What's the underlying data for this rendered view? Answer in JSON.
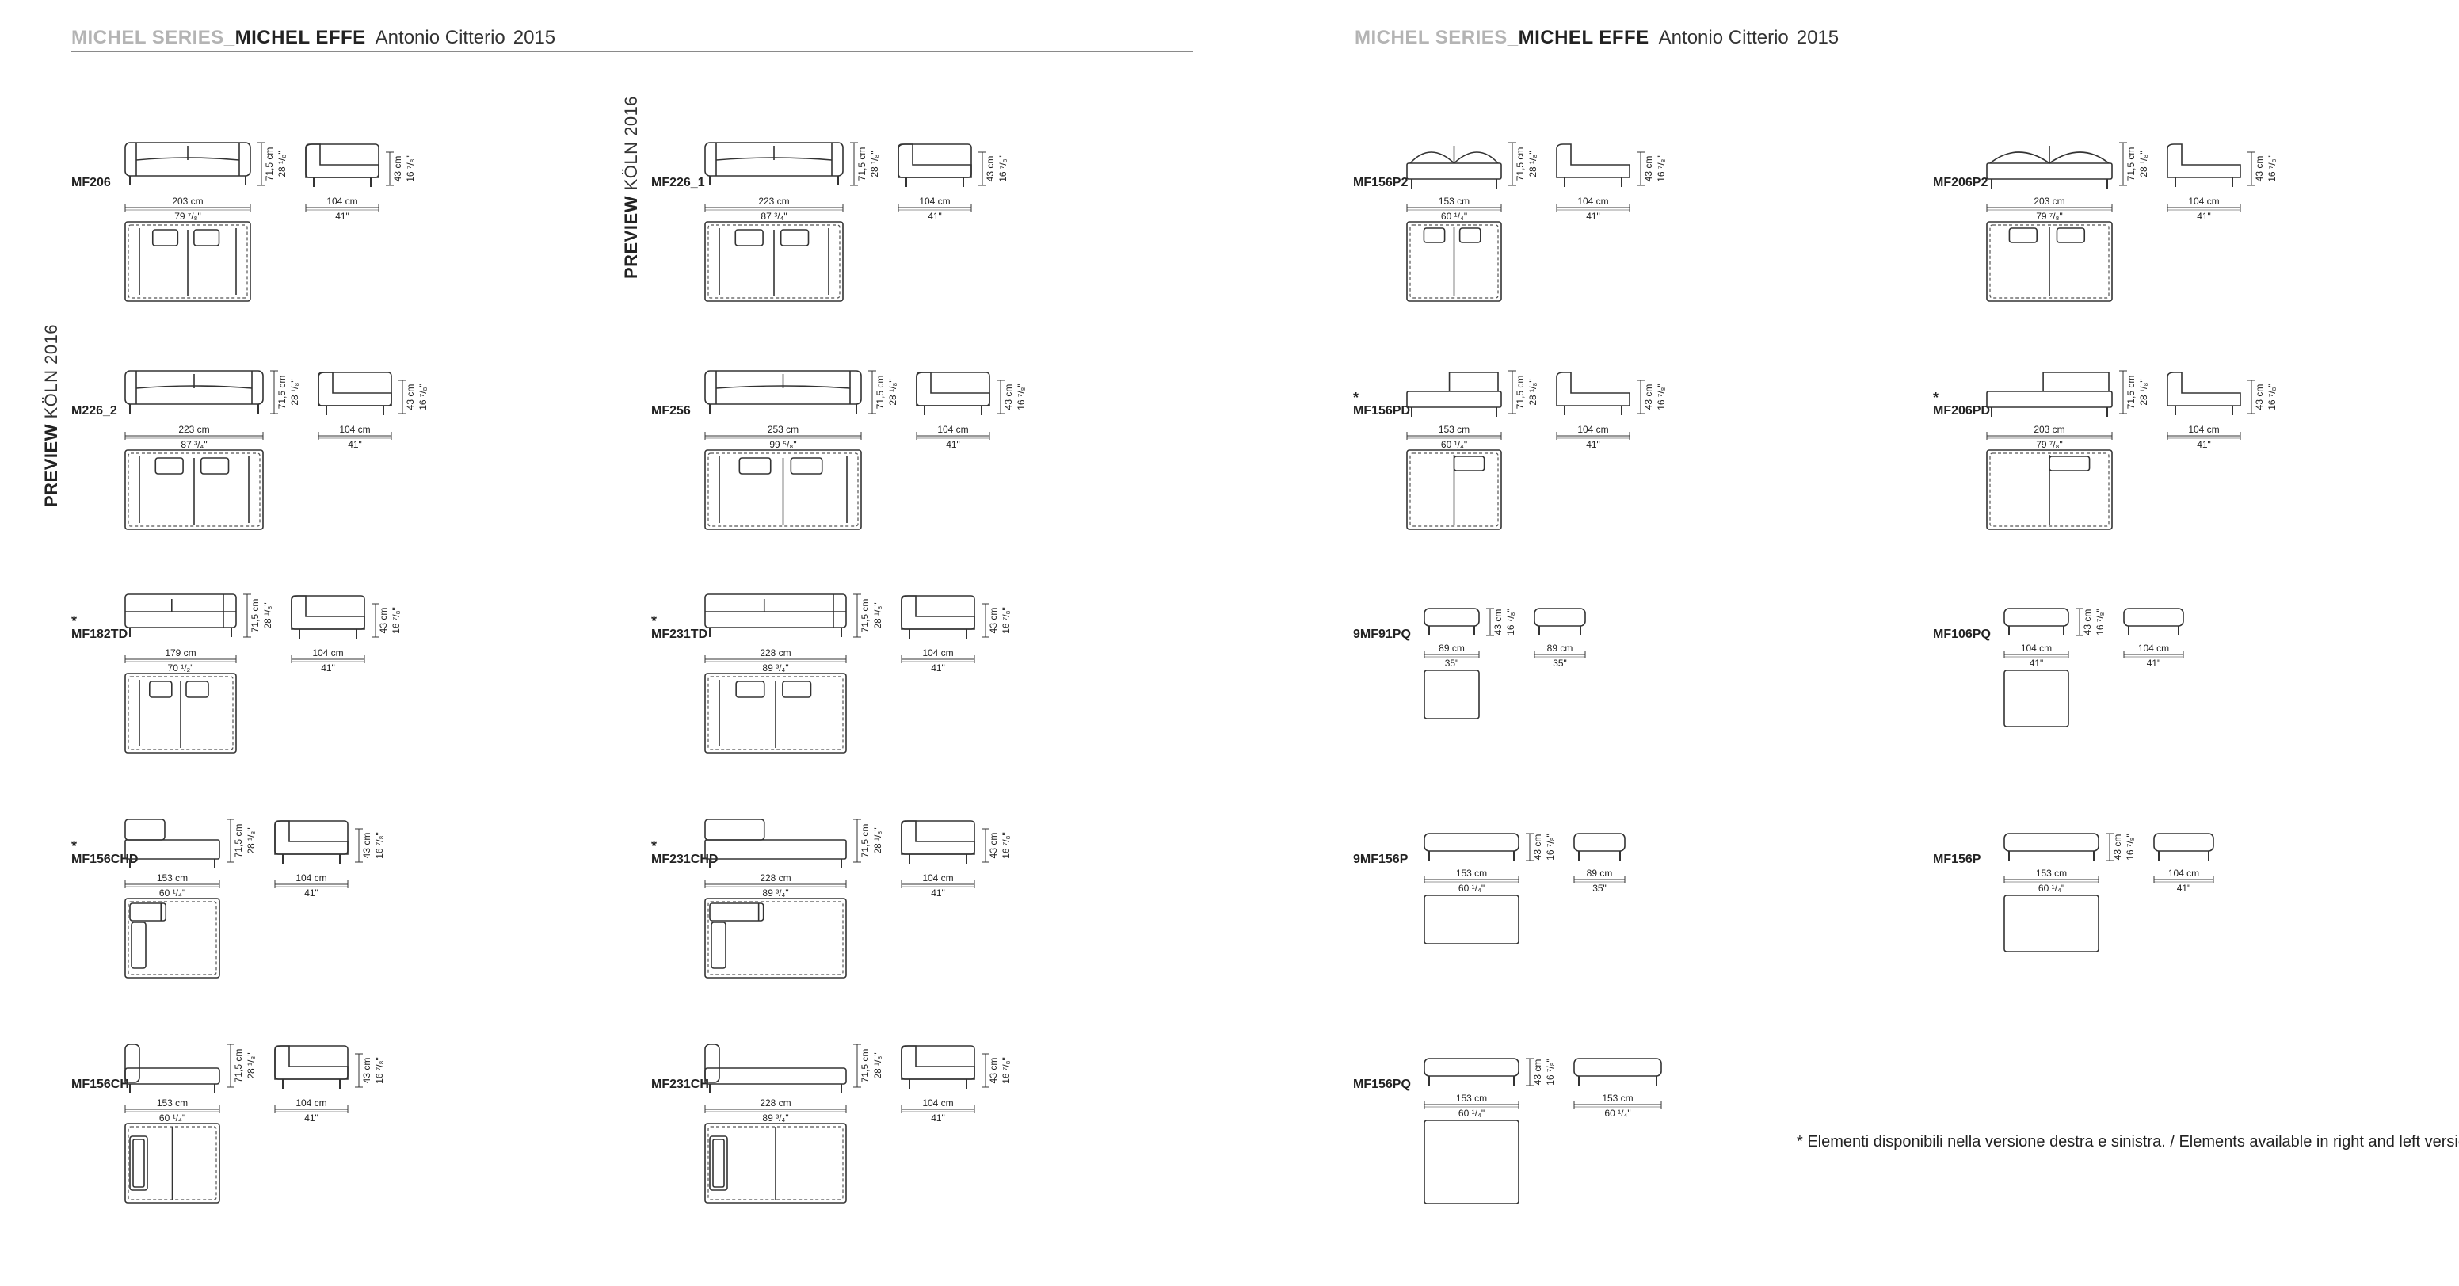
{
  "header": {
    "left": {
      "series": "MICHEL SERIES_",
      "model": "MICHEL EFFE",
      "designer": "Antonio Citterio",
      "year": "2015"
    },
    "right": {
      "series": "MICHEL SERIES_",
      "model": "MICHEL EFFE",
      "designer": "Antonio Citterio",
      "year": "2015"
    }
  },
  "preview_labels": [
    {
      "strong": "PREVIEW",
      "light": " KÖLN 2016"
    },
    {
      "strong": "PREVIEW",
      "light": " KÖLN 2016"
    }
  ],
  "footnote": "* Elementi disponibili nella versione destra e sinistra. / Elements available in right and left version.",
  "modules": [
    {
      "code": "MF206",
      "star": "",
      "kind": "sofa",
      "h_cm": "71,5 cm",
      "h_in": "28 ¹/₈\"",
      "w_cm": "203 cm",
      "w_in": "79 ⁷/₈\"",
      "d_cm": "104 cm",
      "d_in": "41\"",
      "s_cm": "43 cm",
      "s_in": "16 ⁷/₈\""
    },
    {
      "code": "M226_2",
      "star": "",
      "kind": "sofa",
      "h_cm": "71,5 cm",
      "h_in": "28 ¹/₈\"",
      "w_cm": "223 cm",
      "w_in": "87 ³/₄\"",
      "d_cm": "104 cm",
      "d_in": "41\"",
      "s_cm": "43 cm",
      "s_in": "16 ⁷/₈\""
    },
    {
      "code": "MF182TD",
      "star": "*",
      "kind": "end",
      "h_cm": "71,5 cm",
      "h_in": "28 ¹/₈\"",
      "w_cm": "179 cm",
      "w_in": "70 ¹/₂\"",
      "d_cm": "104 cm",
      "d_in": "41\"",
      "s_cm": "43 cm",
      "s_in": "16 ⁷/₈\""
    },
    {
      "code": "MF156CHD",
      "star": "*",
      "kind": "chaise",
      "h_cm": "71,5 cm",
      "h_in": "28 ¹/₈\"",
      "w_cm": "153 cm",
      "w_in": "60 ¹/₄\"",
      "d_cm": "104 cm",
      "d_in": "41\"",
      "s_cm": "43 cm",
      "s_in": "16 ⁷/₈\""
    },
    {
      "code": "MF156CH",
      "star": "",
      "kind": "daybed",
      "h_cm": "71,5 cm",
      "h_in": "28 ¹/₈\"",
      "w_cm": "153 cm",
      "w_in": "60 ¹/₄\"",
      "d_cm": "104 cm",
      "d_in": "41\"",
      "s_cm": "43 cm",
      "s_in": "16 ⁷/₈\""
    },
    {
      "code": "MF226_1",
      "star": "",
      "kind": "sofa",
      "h_cm": "71,5 cm",
      "h_in": "28 ¹/₈\"",
      "w_cm": "223 cm",
      "w_in": "87 ³/₄\"",
      "d_cm": "104 cm",
      "d_in": "41\"",
      "s_cm": "43 cm",
      "s_in": "16 ⁷/₈\""
    },
    {
      "code": "MF256",
      "star": "",
      "kind": "sofa",
      "h_cm": "71,5 cm",
      "h_in": "28 ¹/₈\"",
      "w_cm": "253 cm",
      "w_in": "99 ⁵/₈\"",
      "d_cm": "104 cm",
      "d_in": "41\"",
      "s_cm": "43 cm",
      "s_in": "16 ⁷/₈\""
    },
    {
      "code": "MF231TD",
      "star": "*",
      "kind": "end",
      "h_cm": "71,5 cm",
      "h_in": "28 ¹/₈\"",
      "w_cm": "228 cm",
      "w_in": "89 ³/₄\"",
      "d_cm": "104 cm",
      "d_in": "41\"",
      "s_cm": "43 cm",
      "s_in": "16 ⁷/₈\""
    },
    {
      "code": "MF231CHD",
      "star": "*",
      "kind": "chaise",
      "h_cm": "71,5 cm",
      "h_in": "28 ¹/₈\"",
      "w_cm": "228 cm",
      "w_in": "89 ³/₄\"",
      "d_cm": "104 cm",
      "d_in": "41\"",
      "s_cm": "43 cm",
      "s_in": "16 ⁷/₈\""
    },
    {
      "code": "MF231CH",
      "star": "",
      "kind": "daybed",
      "h_cm": "71,5 cm",
      "h_in": "28 ¹/₈\"",
      "w_cm": "228 cm",
      "w_in": "89 ³/₄\"",
      "d_cm": "104 cm",
      "d_in": "41\"",
      "s_cm": "43 cm",
      "s_in": "16 ⁷/₈\""
    },
    {
      "code": "MF156P2",
      "star": "",
      "kind": "platform",
      "h_cm": "71,5 cm",
      "h_in": "28 ¹/₈\"",
      "w_cm": "153 cm",
      "w_in": "60 ¹/₄\"",
      "d_cm": "104 cm",
      "d_in": "41\"",
      "s_cm": "43 cm",
      "s_in": "16 ⁷/₈\""
    },
    {
      "code": "MF156PD",
      "star": "*",
      "kind": "platform-end",
      "h_cm": "71,5 cm",
      "h_in": "28 ¹/₈\"",
      "w_cm": "153 cm",
      "w_in": "60 ¹/₄\"",
      "d_cm": "104 cm",
      "d_in": "41\"",
      "s_cm": "43 cm",
      "s_in": "16 ⁷/₈\""
    },
    {
      "code": "9MF91PQ",
      "star": "",
      "kind": "ottoman-sq",
      "h_cm": "",
      "h_in": "",
      "w_cm": "89 cm",
      "w_in": "35\"",
      "d_cm": "89 cm",
      "d_in": "35\"",
      "s_cm": "43 cm",
      "s_in": "16 ⁷/₈\""
    },
    {
      "code": "9MF156P",
      "star": "",
      "kind": "ottoman-rect",
      "h_cm": "",
      "h_in": "",
      "w_cm": "153 cm",
      "w_in": "60 ¹/₄\"",
      "d_cm": "89 cm",
      "d_in": "35\"",
      "s_cm": "43 cm",
      "s_in": "16 ⁷/₈\""
    },
    {
      "code": "MF156PQ",
      "star": "",
      "kind": "ottoman-big",
      "h_cm": "",
      "h_in": "",
      "w_cm": "153 cm",
      "w_in": "60 ¹/₄\"",
      "d_cm": "153 cm",
      "d_in": "60 ¹/₄\"",
      "s_cm": "43 cm",
      "s_in": "16 ⁷/₈\""
    },
    {
      "code": "MF206P2",
      "star": "",
      "kind": "platform",
      "h_cm": "71,5 cm",
      "h_in": "28 ¹/₈\"",
      "w_cm": "203 cm",
      "w_in": "79 ⁷/₈\"",
      "d_cm": "104 cm",
      "d_in": "41\"",
      "s_cm": "43 cm",
      "s_in": "16 ⁷/₈\""
    },
    {
      "code": "MF206PD",
      "star": "*",
      "kind": "platform-end",
      "h_cm": "71,5 cm",
      "h_in": "28 ¹/₈\"",
      "w_cm": "203 cm",
      "w_in": "79 ⁷/₈\"",
      "d_cm": "104 cm",
      "d_in": "41\"",
      "s_cm": "43 cm",
      "s_in": "16 ⁷/₈\""
    },
    {
      "code": "MF106PQ",
      "star": "",
      "kind": "ottoman-sq",
      "h_cm": "",
      "h_in": "",
      "w_cm": "104 cm",
      "w_in": "41\"",
      "d_cm": "104 cm",
      "d_in": "41\"",
      "s_cm": "43 cm",
      "s_in": "16 ⁷/₈\""
    },
    {
      "code": "MF156P",
      "star": "",
      "kind": "ottoman-rect",
      "h_cm": "",
      "h_in": "",
      "w_cm": "153 cm",
      "w_in": "60 ¹/₄\"",
      "d_cm": "104 cm",
      "d_in": "41\"",
      "s_cm": "43 cm",
      "s_in": "16 ⁷/₈\""
    }
  ]
}
